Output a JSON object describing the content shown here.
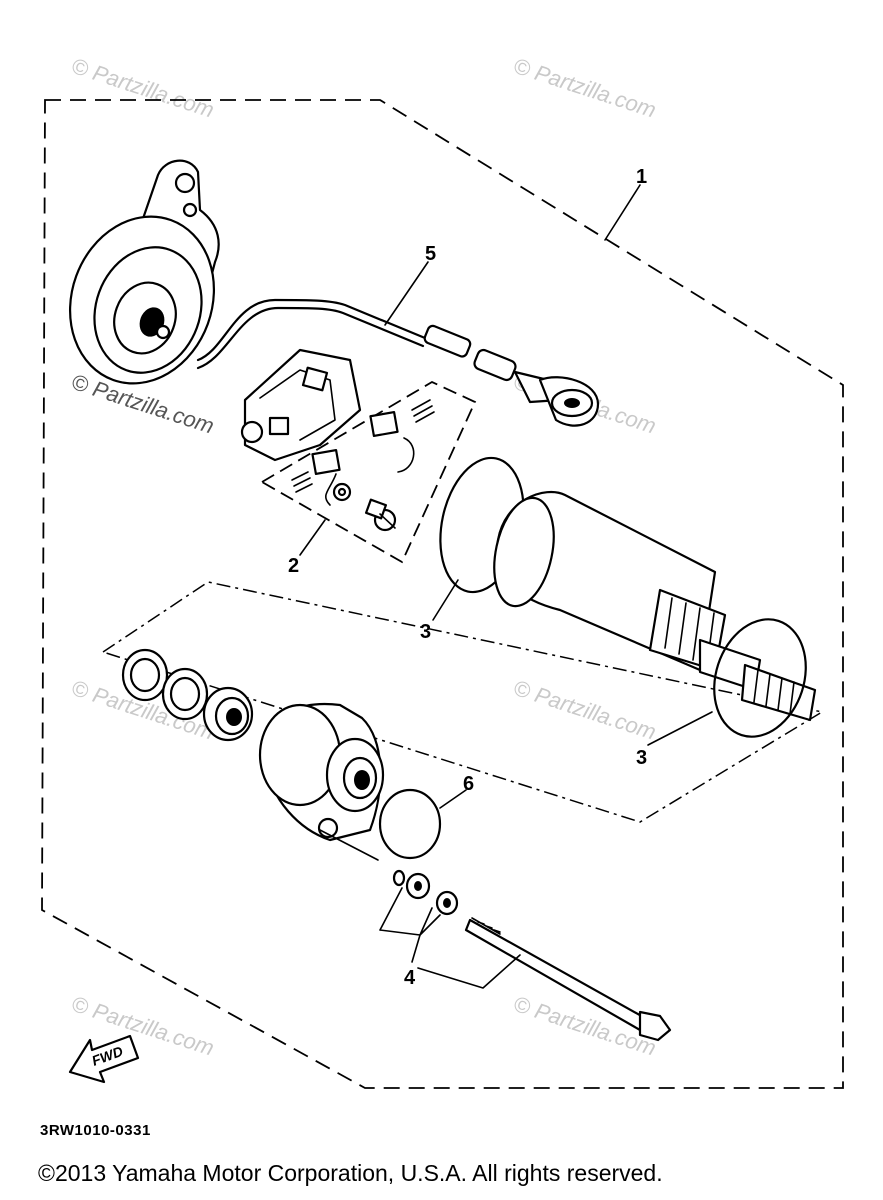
{
  "callouts": {
    "c1": "1",
    "c2": "2",
    "c3a": "3",
    "c3b": "3",
    "c4": "4",
    "c5": "5",
    "c6": "6"
  },
  "fwd_label": "FWD",
  "watermark": "© Partzilla.com",
  "part_number": "3RW1010-0331",
  "copyright": "©2013  Yamaha Motor Corporation, U.S.A. All rights reserved."
}
